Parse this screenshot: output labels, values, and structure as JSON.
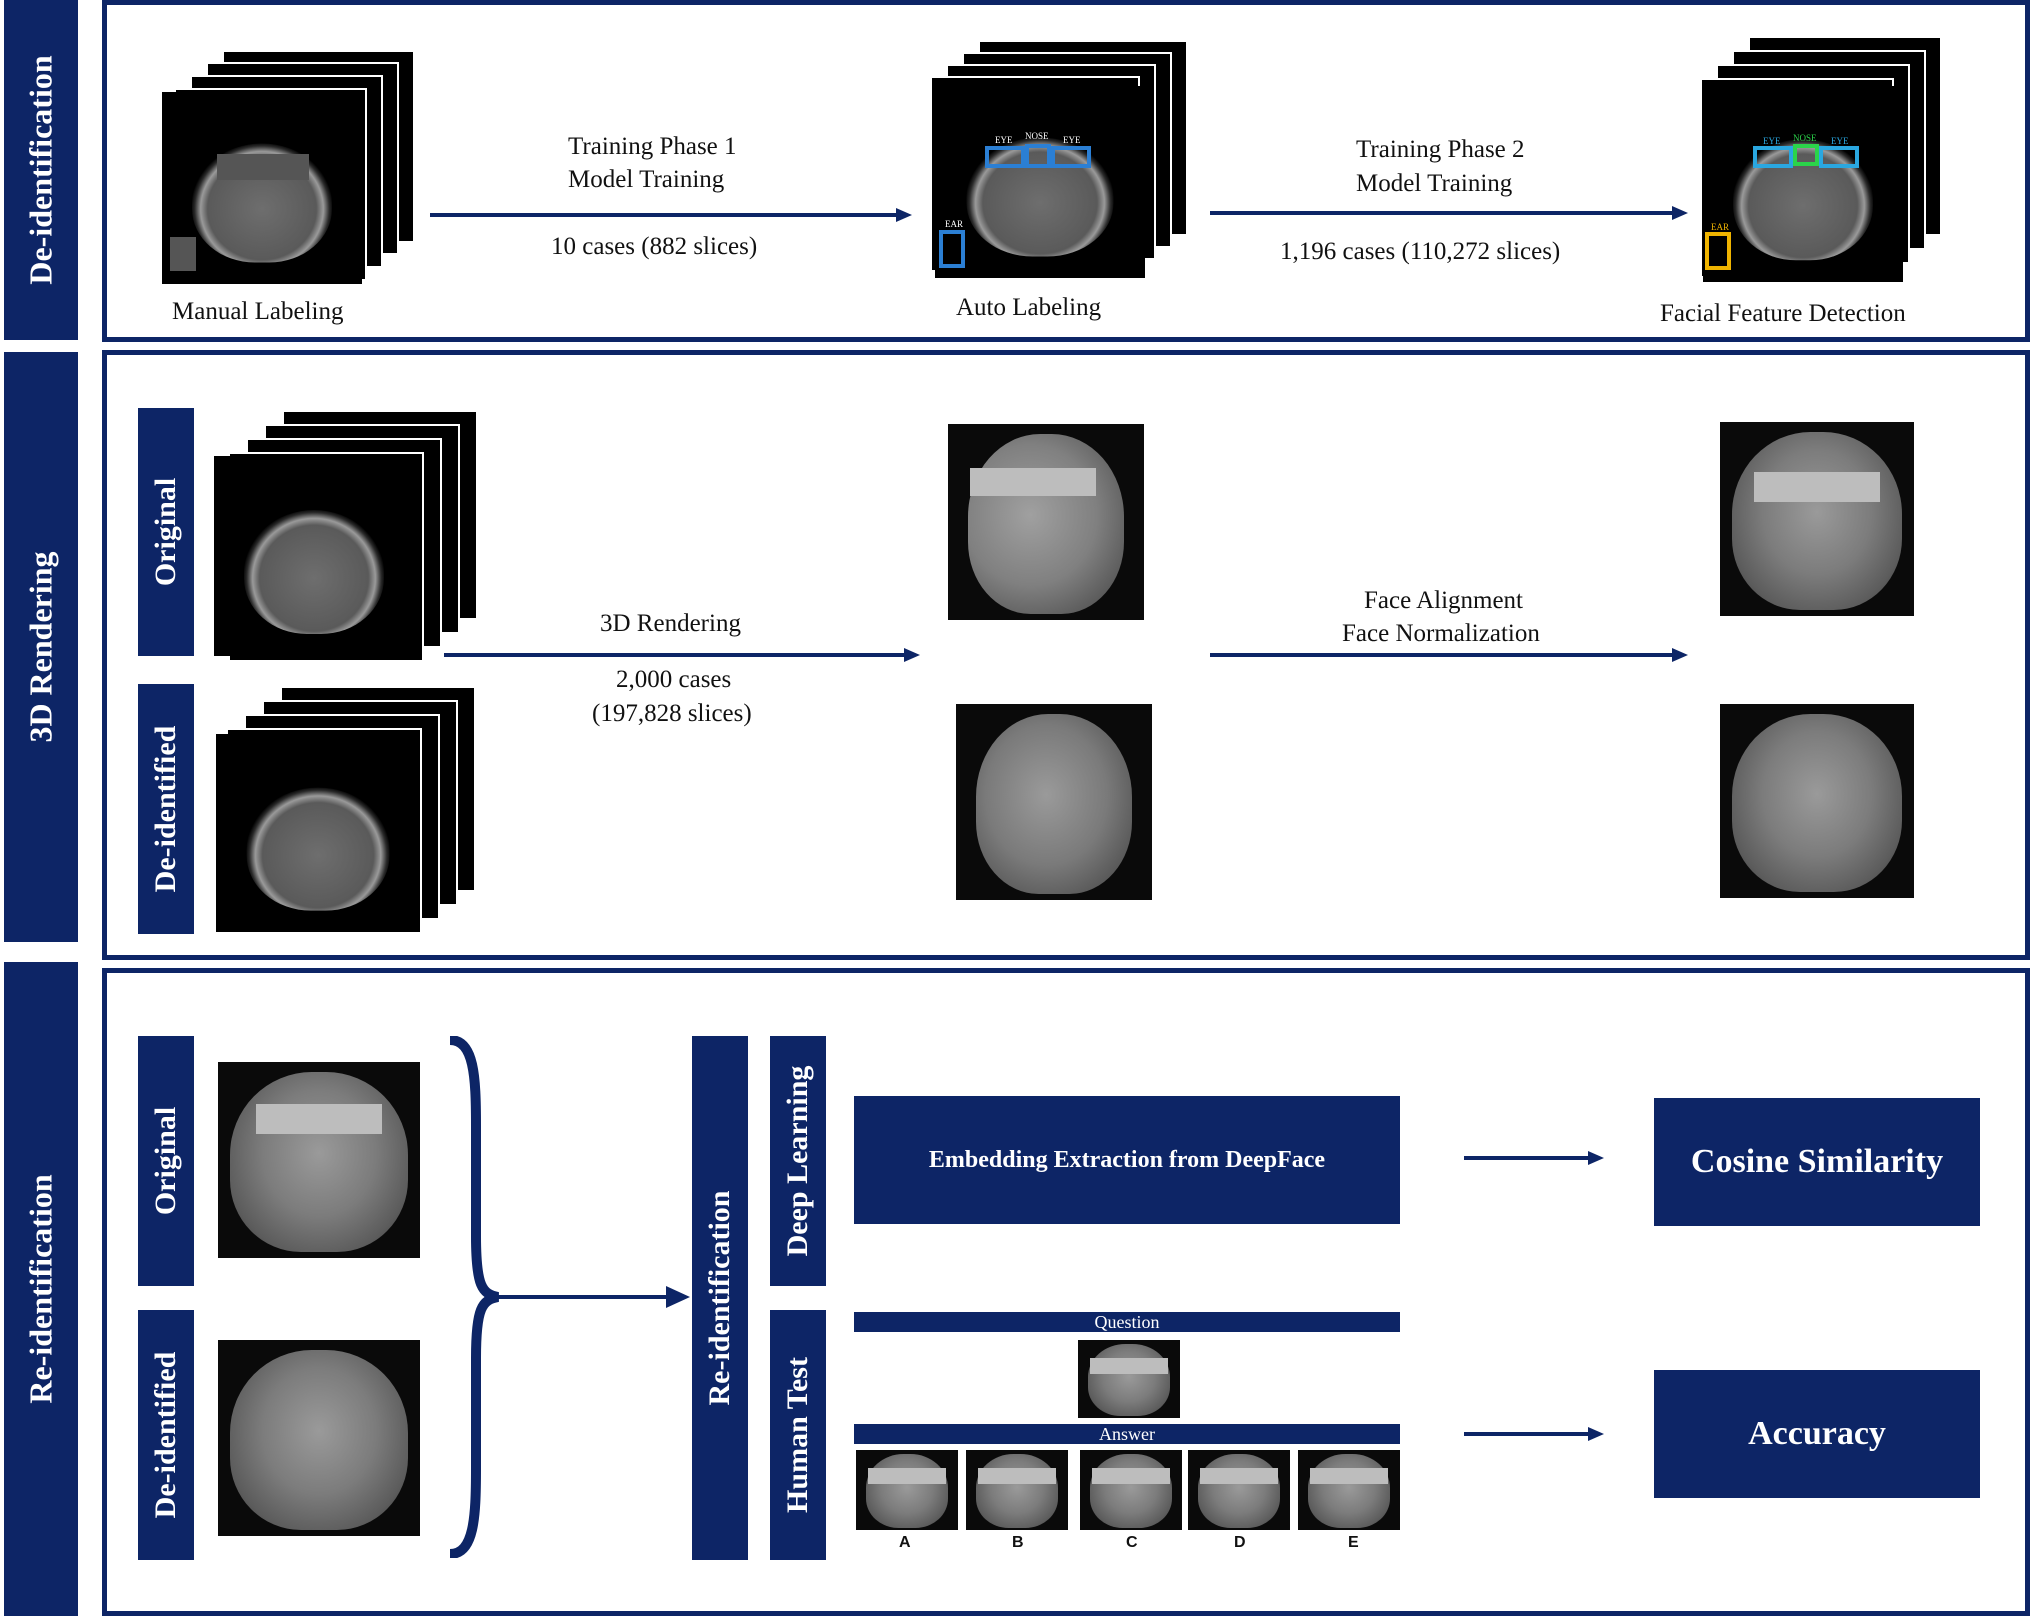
{
  "sections": {
    "deidentification": "De-identification",
    "rendering": "3D Rendering",
    "reidentification": "Re-identification"
  },
  "panel1": {
    "manual_labeling": "Manual Labeling",
    "auto_labeling": "Auto Labeling",
    "facial_feature_detection": "Facial Feature Detection",
    "phase1_line1": "Training  Phase  1",
    "phase1_line2": "Model Training",
    "phase1_cases": "10 cases  (882 slices)",
    "phase2_line1": "Training  Phase  2",
    "phase2_line2": "Model Training",
    "phase2_cases": "1,196 cases  (110,272 slices)",
    "det_labels": {
      "eye": "EYE",
      "nose": "NOSE",
      "ear": "EAR"
    }
  },
  "panel2": {
    "tag_original": "Original",
    "tag_deidentified": "De-identified",
    "rendering_label": "3D Rendering",
    "cases": "2,000 cases",
    "slices": "(197,828 slices)",
    "align_line1": "Face Alignment",
    "align_line2": "Face Normalization"
  },
  "panel3": {
    "tag_original": "Original",
    "tag_deidentified": "De-identified",
    "reid_tag": "Re-identification",
    "deep_learning": "Deep Learning",
    "human_test": "Human Test",
    "embedding": "Embedding Extraction  from  DeepFace",
    "cosine": "Cosine Similarity",
    "accuracy": "Accuracy",
    "question": "Question",
    "answer": "Answer",
    "choices": [
      "A",
      "B",
      "C",
      "D",
      "E"
    ]
  },
  "colors": {
    "navy": "#0d2566",
    "eye_box": "#2b7fd4",
    "nose_box": "#2bd44a",
    "ear_box": "#f0b400"
  }
}
